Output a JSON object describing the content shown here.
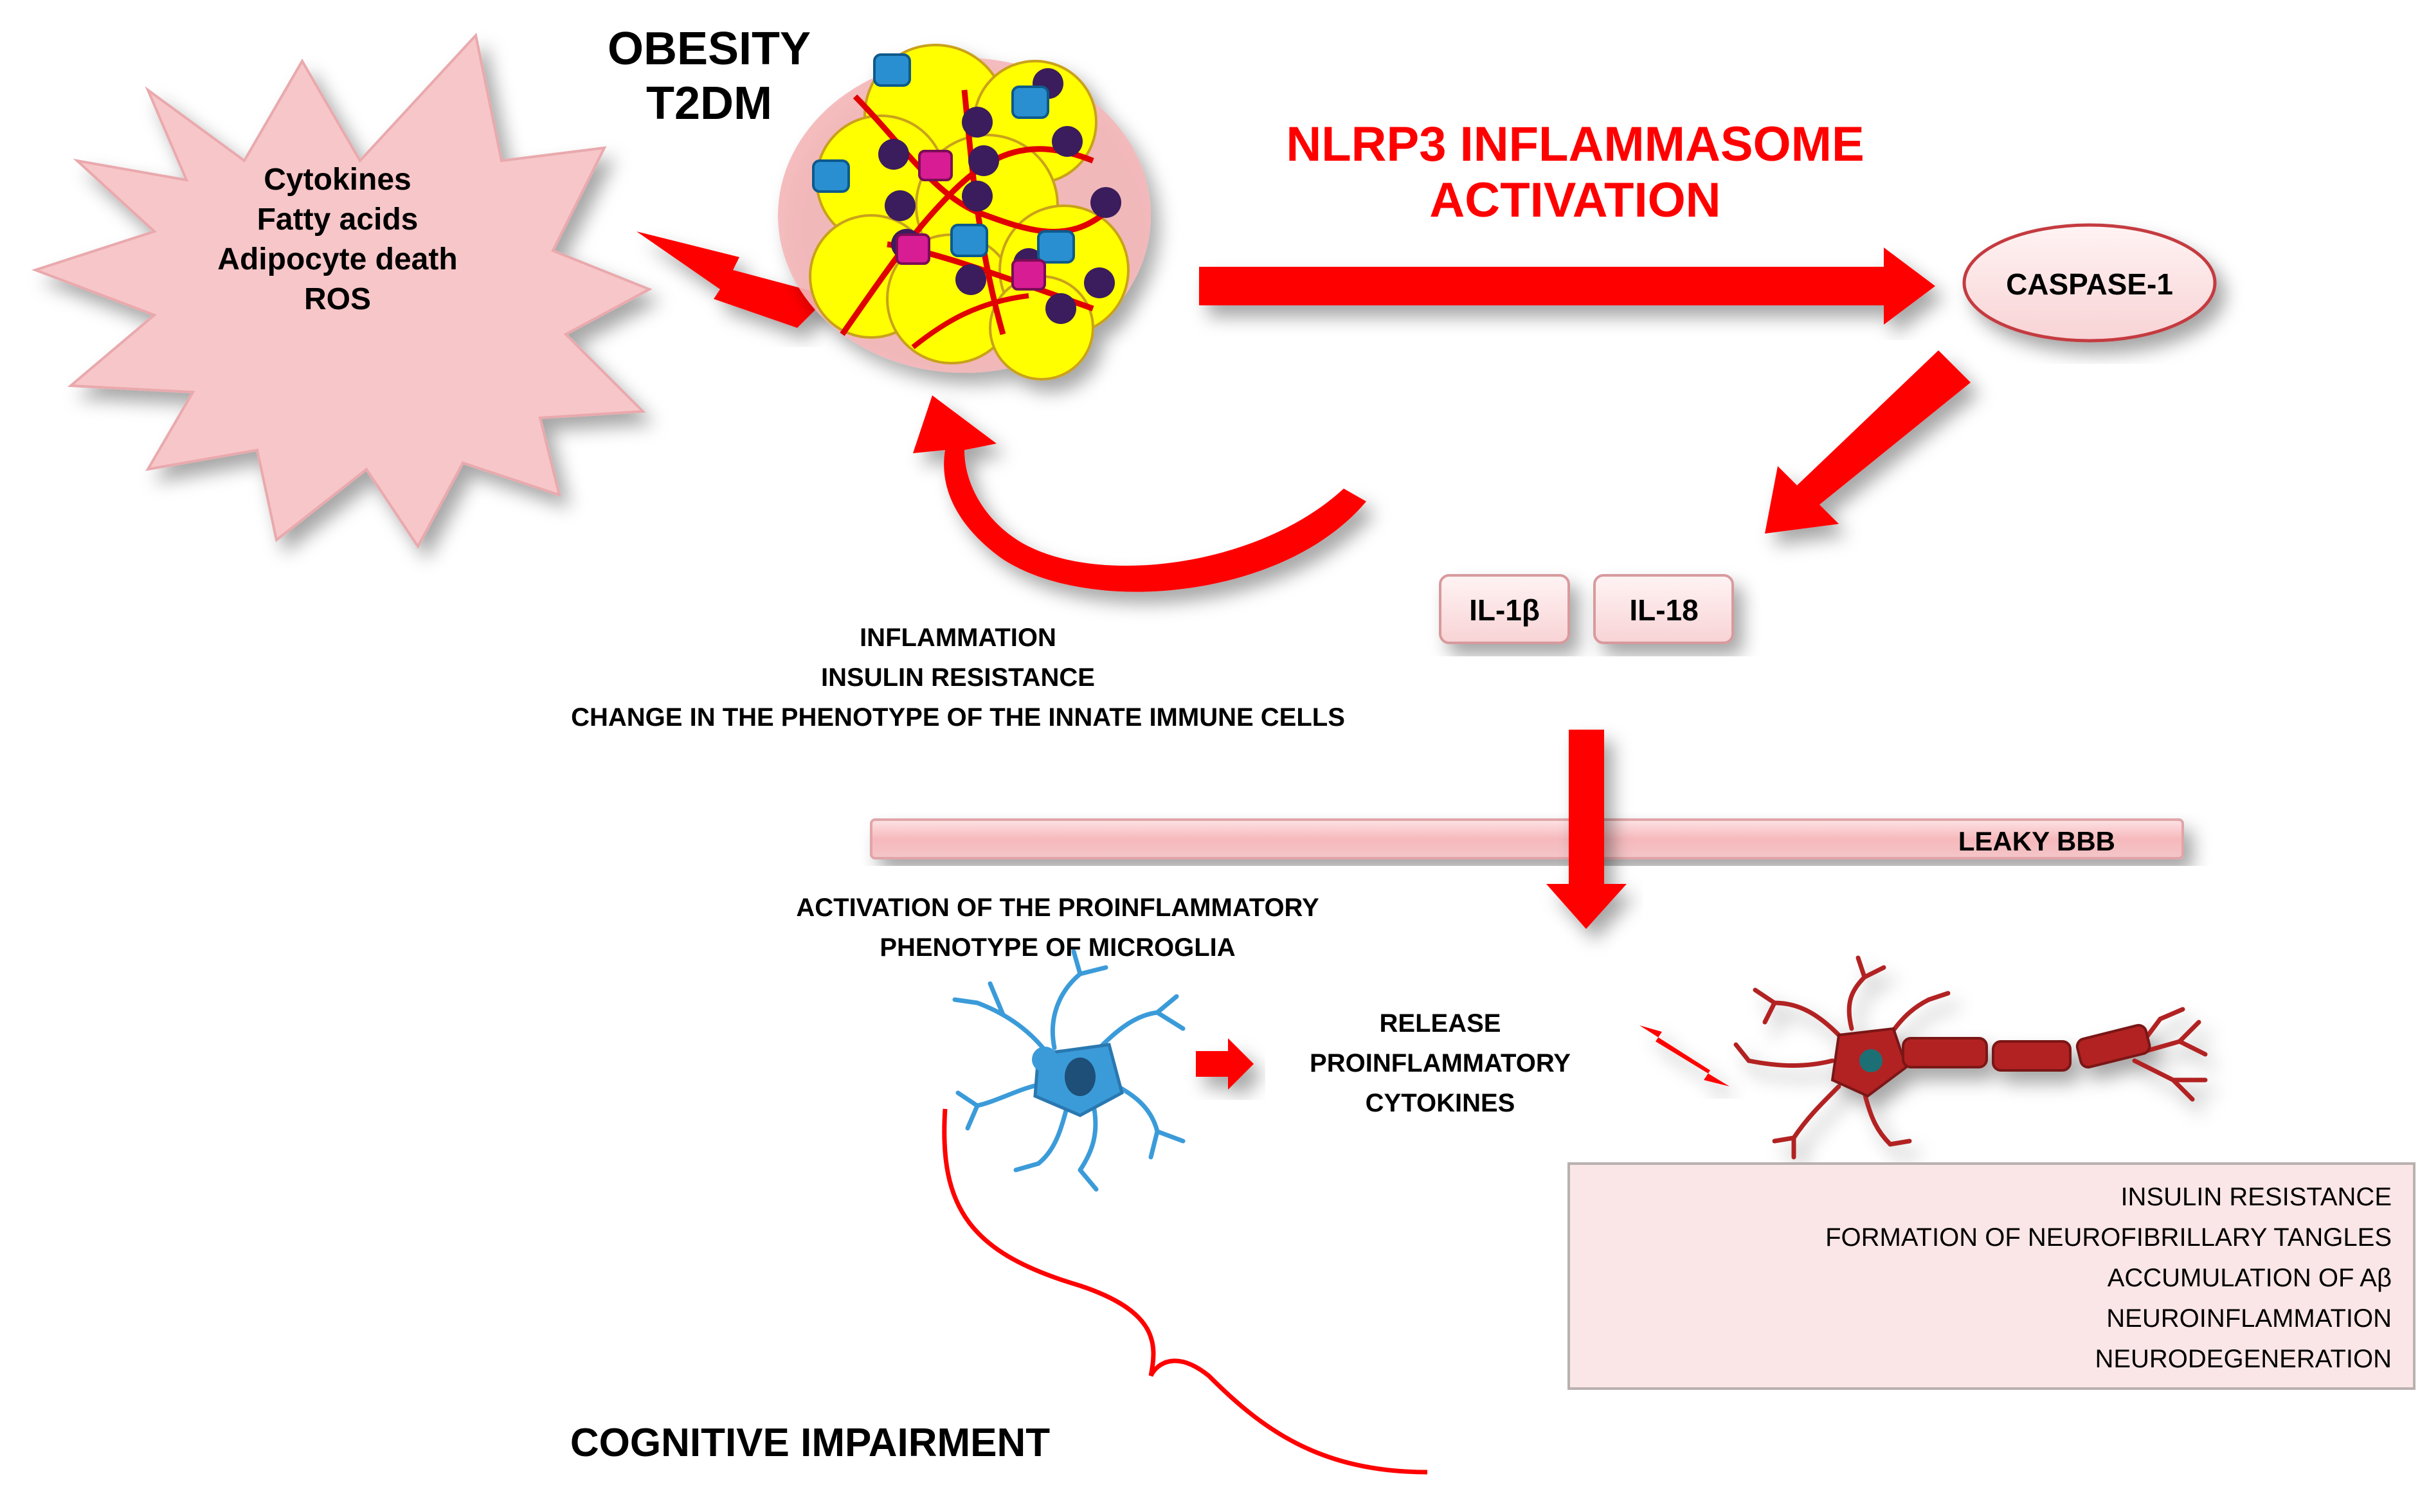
{
  "obesity": {
    "line1": "OBESITY",
    "line2": "T2DM"
  },
  "burst": {
    "items": [
      "Cytokines",
      "Fatty acids",
      "Adipocyte death",
      "ROS"
    ]
  },
  "nlrp3": {
    "line1": "NLRP3 INFLAMMASOME",
    "line2": "ACTIVATION"
  },
  "caspase": {
    "label": "CASPASE-1"
  },
  "interleukins": {
    "il1b": "IL-1β",
    "il18": "IL-18"
  },
  "feedback": {
    "items": [
      "INFLAMMATION",
      "INSULIN RESISTANCE",
      "CHANGE IN THE PHENOTYPE OF THE INNATE IMMUNE CELLS"
    ]
  },
  "bbb": {
    "label": "LEAKY BBB"
  },
  "microglia": {
    "line1": "ACTIVATION OF THE PROINFLAMMATORY",
    "line2": "PHENOTYPE OF MICROGLIA"
  },
  "release": {
    "items": [
      "RELEASE",
      "PROINFLAMMATORY",
      "CYTOKINES"
    ]
  },
  "effects": {
    "items": [
      "INSULIN RESISTANCE",
      "FORMATION OF NEUROFIBRILLARY TANGLES",
      "ACCUMULATION OF Aβ",
      "NEUROINFLAMMATION",
      "NEURODEGENERATION"
    ]
  },
  "outcome": {
    "label": "COGNITIVE IMPAIRMENT"
  },
  "colors": {
    "arrow_red": "#ff0000",
    "burst_fill": "#f7c6c8",
    "adipocyte_yellow": "#ffff00",
    "neuron_red": "#b22222",
    "microglia_blue": "#3b9bd9",
    "panel_pink": "#fbe6e7"
  }
}
